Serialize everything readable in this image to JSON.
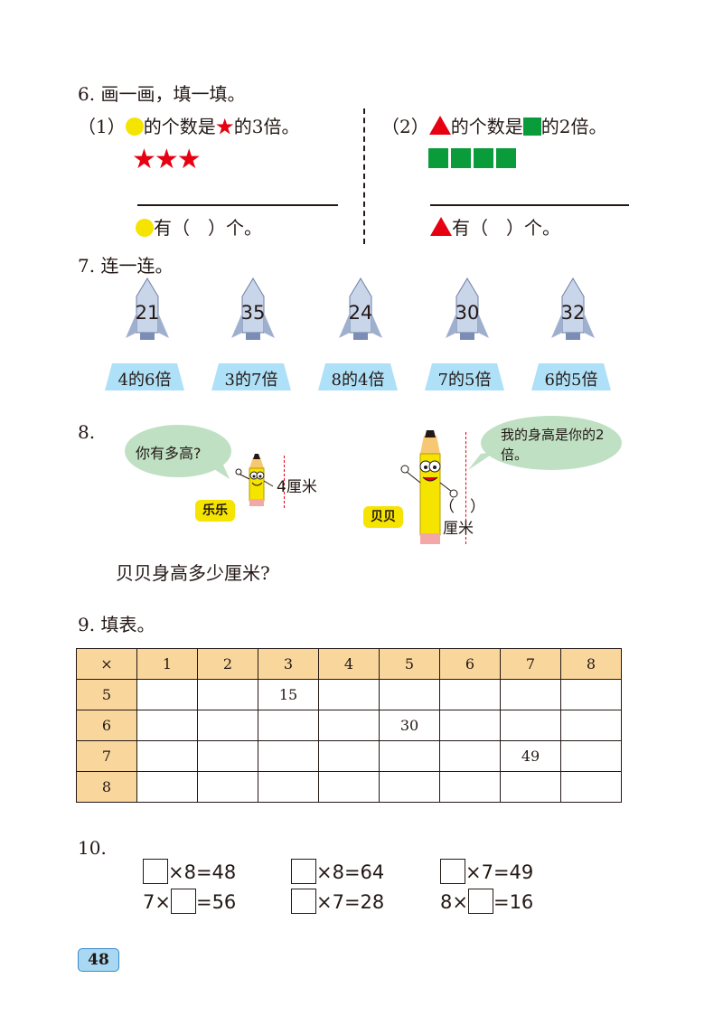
{
  "q6": {
    "title": "6. 画一画，填一填。",
    "p1": {
      "prefix": "（1）",
      "text1": "的个数是",
      "text2": "的3倍。",
      "stars": "★★★",
      "answer_suffix": "有（　）个。"
    },
    "p2": {
      "prefix": "（2）",
      "text1": "的个数是",
      "text2": "的2倍。",
      "answer_suffix": "有（　）个。"
    }
  },
  "q7": {
    "title": "7. 连一连。",
    "rockets": [
      "21",
      "35",
      "24",
      "30",
      "32"
    ],
    "labels": [
      "4的6倍",
      "3的7倍",
      "8的4倍",
      "7的5倍",
      "6的5倍"
    ]
  },
  "q8": {
    "title": "8.",
    "bubble1": "你有多高?",
    "height1": "4厘米",
    "name1": "乐乐",
    "bubble2": "我的身高是你的2倍。",
    "height2_blank": "（　）",
    "height2_unit": "厘米",
    "name2": "贝贝",
    "question": "贝贝身高多少厘米?"
  },
  "q9": {
    "title": "9. 填表。",
    "header": [
      "×",
      "1",
      "2",
      "3",
      "4",
      "5",
      "6",
      "7",
      "8"
    ],
    "rows": [
      [
        "5",
        "",
        "",
        "15",
        "",
        "",
        "",
        "",
        ""
      ],
      [
        "6",
        "",
        "",
        "",
        "",
        "30",
        "",
        "",
        ""
      ],
      [
        "7",
        "",
        "",
        "",
        "",
        "",
        "",
        "49",
        ""
      ],
      [
        "8",
        "",
        "",
        "",
        "",
        "",
        "",
        "",
        ""
      ]
    ]
  },
  "q10": {
    "title": "10.",
    "eqs": [
      "×8=48",
      "×8=64",
      "×7=49",
      "7×",
      "=56",
      "×7=28",
      "8×",
      "=16"
    ]
  },
  "page_number": "48",
  "colors": {
    "star_red": "#e60012",
    "circle_yellow": "#f5e400",
    "square_green": "#0a9b3a",
    "table_header": "#f9d69c",
    "label_blue": "#aee0f7"
  }
}
